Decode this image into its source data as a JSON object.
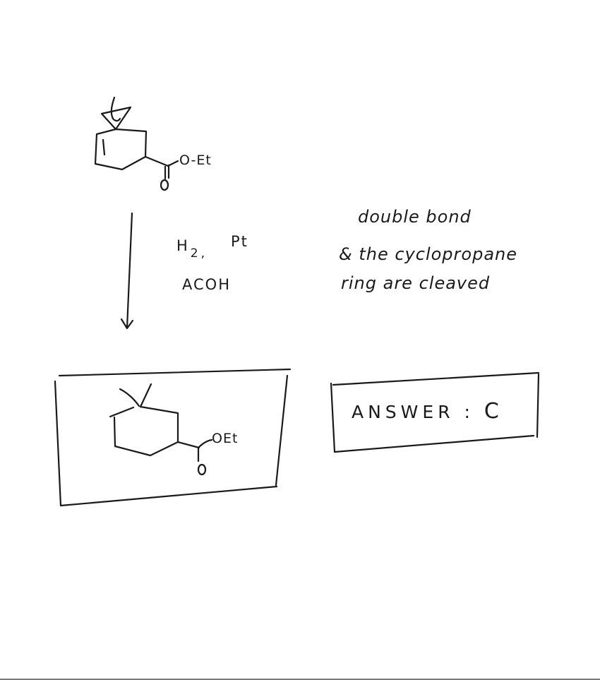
{
  "reaction": {
    "reactant": {
      "substituent_label": "O-Et",
      "carbonyl_oxygen_label": "O",
      "description": "ethyl ester of cyclohexene bearing spiro cyclopropane with methyl"
    },
    "conditions": {
      "reagent_line1": "H",
      "reagent_subscript": "2",
      "reagent_separator": ",",
      "catalyst": "Pt",
      "solvent": "ACOH"
    },
    "arrow_direction": "down",
    "product": {
      "substituent_label": "OEt",
      "carbonyl_oxygen_label": "O",
      "description": "ethyl ester of cyclohexane with gem-dimethyl / ethyl substituents (boxed)"
    }
  },
  "explanation": {
    "line1": "double bond",
    "line2": "& the cyclopropane",
    "line3": "ring are cleaved"
  },
  "answer": {
    "label": "ANSWER",
    "separator": ":",
    "value": "C"
  },
  "colors": {
    "ink": "#1a1a1a",
    "background": "#ffffff",
    "bottom_rule": "#7a7a7a"
  }
}
